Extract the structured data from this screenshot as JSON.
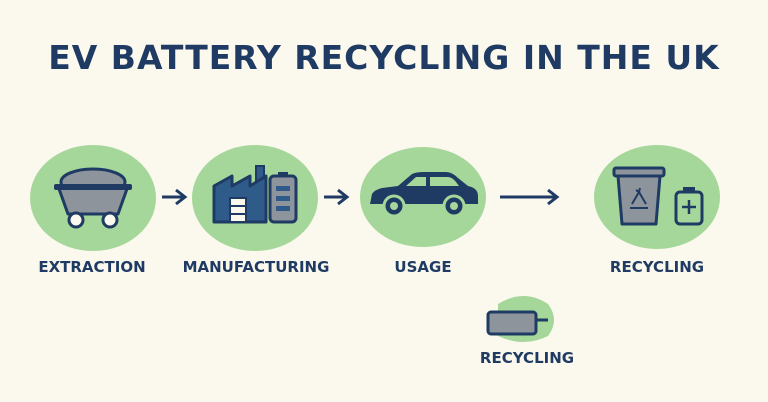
{
  "title": "EV BATTERY RECYCLING IN THE UK",
  "stages": [
    {
      "label": "EXTRACTION",
      "icon": "mine-cart-icon"
    },
    {
      "label": "MANUFACTURING",
      "icon": "factory-icon"
    },
    {
      "label": "USAGE",
      "icon": "car-icon"
    },
    {
      "label": "RECYCLING",
      "icon": "recycling-bin-battery-icon"
    }
  ],
  "extra": {
    "label": "RECYCLING",
    "icon": "battery-pack-icon"
  },
  "colors": {
    "background": "#fbf8ee",
    "circle": "#a6d79a",
    "navy": "#1f3b63",
    "gray": "#8d949c"
  }
}
